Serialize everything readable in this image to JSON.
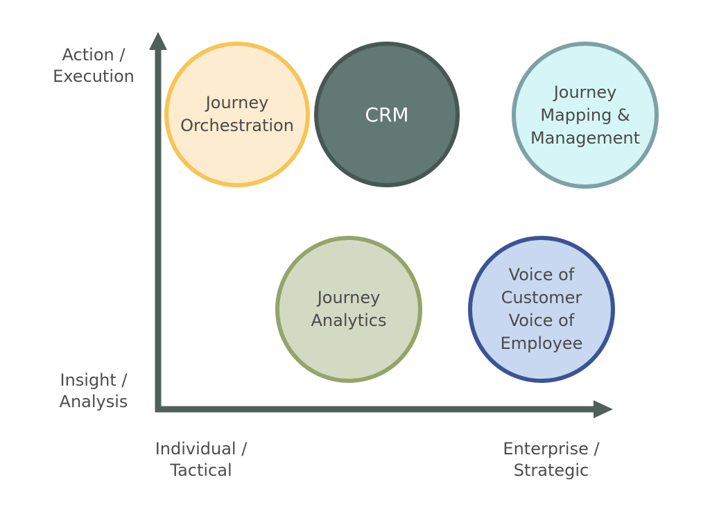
{
  "colors": {
    "axis": "#4f5f5a",
    "journey_orchestration": {
      "fill": "#fdecd0",
      "stroke": "#f7c555"
    },
    "crm": {
      "fill": "#617873",
      "stroke": "#475752"
    },
    "journey_mapping": {
      "fill": "#d6f5f6",
      "stroke": "#7ea1a6"
    },
    "journey_analytics": {
      "fill": "#d3dac3",
      "stroke": "#94a46b"
    },
    "voice": {
      "fill": "#c8d8f0",
      "stroke": "#3c5395"
    }
  },
  "axes": {
    "y_top_label": [
      "Action /",
      "Execution"
    ],
    "y_bottom_label": [
      "Insight /",
      "Analysis"
    ],
    "x_left_label": [
      "Individual /",
      "Tactical"
    ],
    "x_right_label": [
      "Enterprise /",
      "Strategic"
    ]
  },
  "bubbles": {
    "journey_orchestration": [
      "Journey",
      "Orchestration"
    ],
    "crm": [
      "CRM"
    ],
    "journey_mapping": [
      "Journey",
      "Mapping &",
      "Management"
    ],
    "journey_analytics": [
      "Journey",
      "Analytics"
    ],
    "voice": [
      "Voice of",
      "Customer",
      "Voice of",
      "Employee"
    ]
  }
}
